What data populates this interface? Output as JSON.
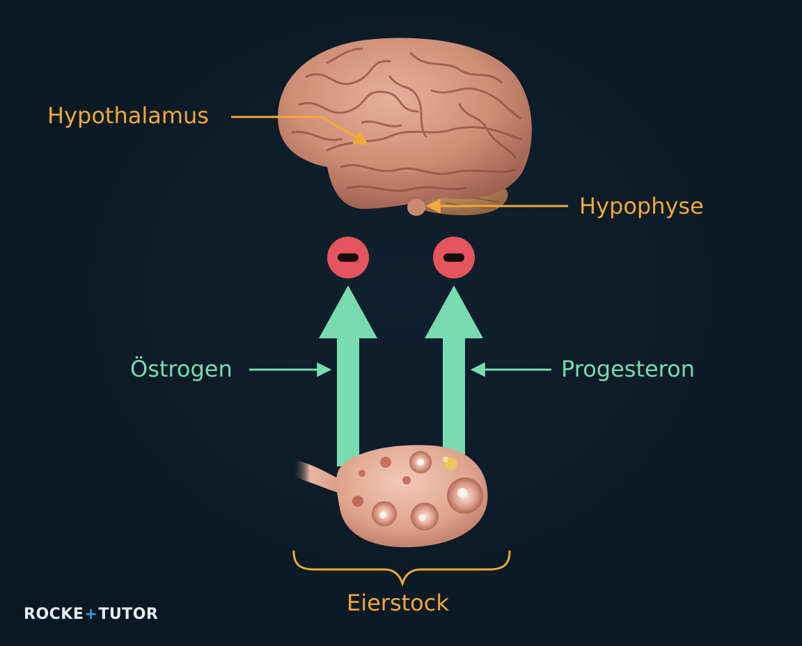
{
  "labels": {
    "hypothalamus": "Hypothalamus",
    "hypophyse": "Hypophyse",
    "oestrogen": "Östrogen",
    "progesteron": "Progesteron",
    "eierstock": "Eierstock"
  },
  "logo": {
    "part_a": "ROCKE",
    "plus": "+",
    "part_b": "TUTOR"
  },
  "inhibition_symbols": [
    "minus-sign",
    "minus-sign"
  ],
  "colors": {
    "background": "#0c1a26",
    "brain_label": "#f0a93a",
    "hormone_label": "#78dcb0",
    "hormone_arrow": "#78dcb0",
    "inhibition": "#e5555d",
    "brace": "#f0a93a",
    "logo_accent": "#2f9fe6"
  }
}
